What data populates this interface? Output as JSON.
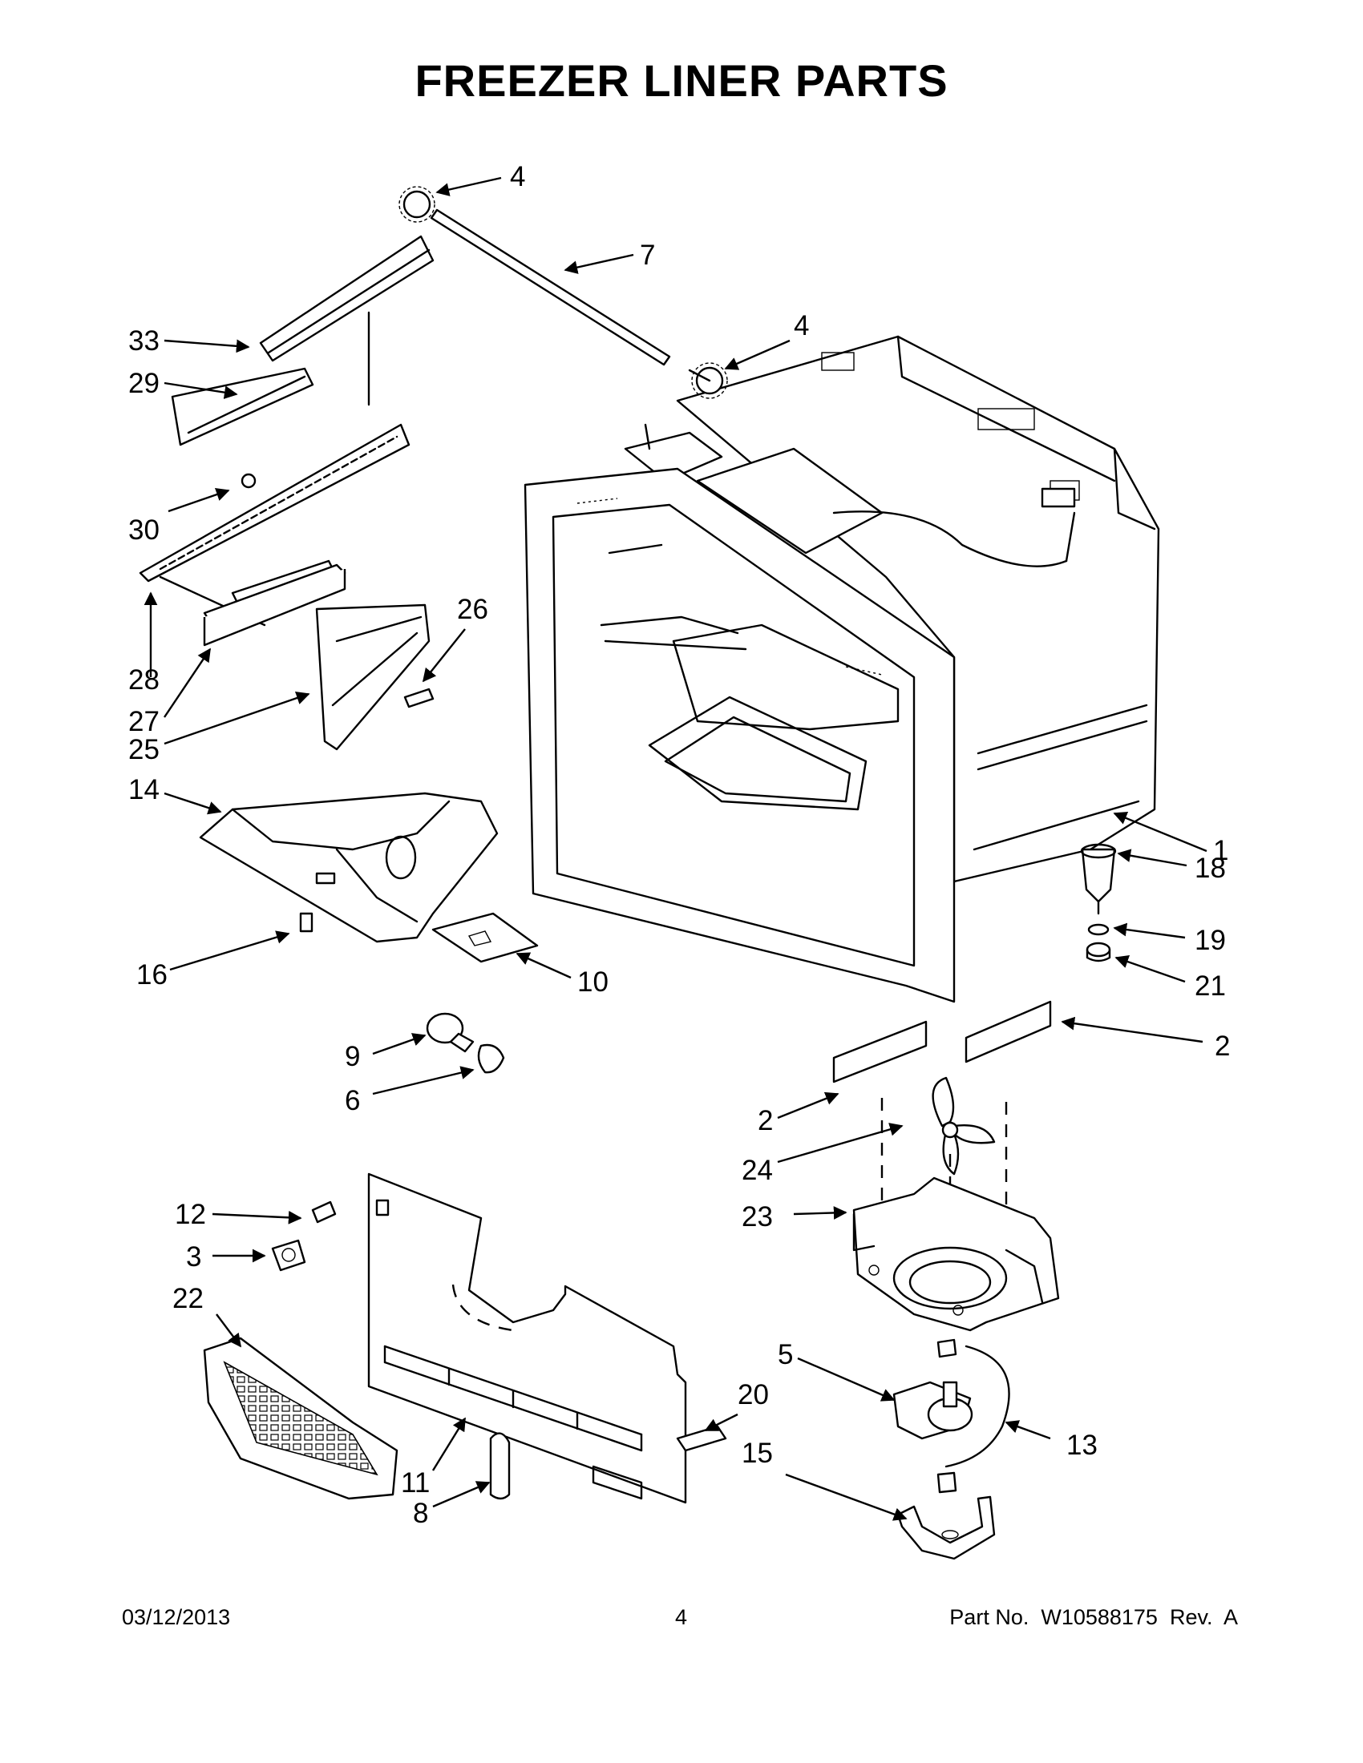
{
  "title": "FREEZER LINER PARTS",
  "footer": {
    "date": "03/12/2013",
    "page": "4",
    "part_number": "Part No.  W10588175  Rev.  A"
  },
  "callouts": [
    {
      "id": "c4a",
      "label": "4"
    },
    {
      "id": "c7",
      "label": "7"
    },
    {
      "id": "c4b",
      "label": "4"
    },
    {
      "id": "c33",
      "label": "33"
    },
    {
      "id": "c29",
      "label": "29"
    },
    {
      "id": "c30",
      "label": "30"
    },
    {
      "id": "c26",
      "label": "26"
    },
    {
      "id": "c28",
      "label": "28"
    },
    {
      "id": "c27",
      "label": "27"
    },
    {
      "id": "c25",
      "label": "25"
    },
    {
      "id": "c14",
      "label": "14"
    },
    {
      "id": "c1",
      "label": "1"
    },
    {
      "id": "c18",
      "label": "18"
    },
    {
      "id": "c19",
      "label": "19"
    },
    {
      "id": "c21",
      "label": "21"
    },
    {
      "id": "c16",
      "label": "16"
    },
    {
      "id": "c10",
      "label": "10"
    },
    {
      "id": "c2a",
      "label": "2"
    },
    {
      "id": "c9",
      "label": "9"
    },
    {
      "id": "c6",
      "label": "6"
    },
    {
      "id": "c2b",
      "label": "2"
    },
    {
      "id": "c24",
      "label": "24"
    },
    {
      "id": "c12",
      "label": "12"
    },
    {
      "id": "c23",
      "label": "23"
    },
    {
      "id": "c3",
      "label": "3"
    },
    {
      "id": "c22",
      "label": "22"
    },
    {
      "id": "c5",
      "label": "5"
    },
    {
      "id": "c20",
      "label": "20"
    },
    {
      "id": "c13",
      "label": "13"
    },
    {
      "id": "c15",
      "label": "15"
    },
    {
      "id": "c11",
      "label": "11"
    },
    {
      "id": "c8",
      "label": "8"
    }
  ]
}
